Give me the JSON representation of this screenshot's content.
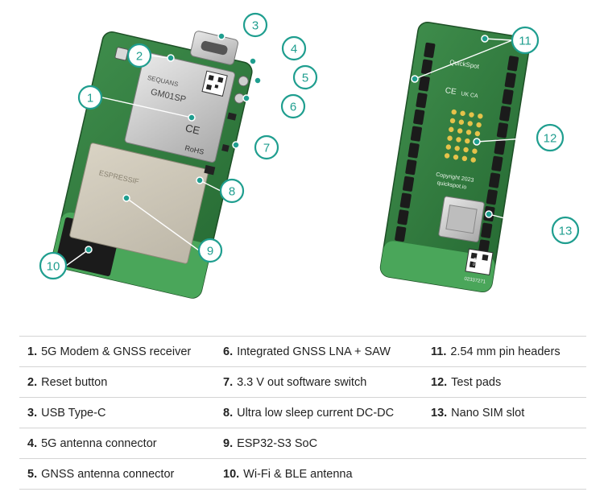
{
  "callouts": [
    "1",
    "2",
    "3",
    "4",
    "5",
    "6",
    "7",
    "8",
    "9",
    "10",
    "11",
    "12",
    "13"
  ],
  "board_marks": {
    "module_brand": "GM01SP",
    "module_text_1": "SEQUANS",
    "rohs": "RoHS",
    "ce": "CE",
    "esp_brand": "ESPRESSIF",
    "back_logo": "QuickSpot",
    "copyright": "Copyright 2023",
    "site": "quickspot.io",
    "ce_back": "CE",
    "ukca": "UK CA",
    "sim_label": "SIM",
    "serial": "02337271"
  },
  "colors": {
    "callout": "#1f9e8f",
    "pcb": "#2f7a3e",
    "pcb_dark": "#245f30"
  },
  "legend": [
    [
      {
        "num": "1.",
        "text": "5G Modem & GNSS receiver"
      },
      {
        "num": "6.",
        "text": "Integrated GNSS LNA + SAW"
      },
      {
        "num": "11.",
        "text": "2.54 mm pin headers"
      }
    ],
    [
      {
        "num": "2.",
        "text": "Reset button"
      },
      {
        "num": "7.",
        "text": "3.3 V out software switch"
      },
      {
        "num": "12.",
        "text": "Test pads"
      }
    ],
    [
      {
        "num": "3.",
        "text": "USB Type-C"
      },
      {
        "num": "8.",
        "text": "Ultra low sleep current DC-DC"
      },
      {
        "num": "13.",
        "text": "Nano SIM slot"
      }
    ],
    [
      {
        "num": "4.",
        "text": "5G antenna connector"
      },
      {
        "num": "9.",
        "text": "ESP32-S3 SoC"
      },
      {
        "num": "",
        "text": ""
      }
    ],
    [
      {
        "num": "5.",
        "text": "GNSS antenna connector"
      },
      {
        "num": "10.",
        "text": "Wi-Fi & BLE antenna"
      },
      {
        "num": "",
        "text": ""
      }
    ]
  ]
}
